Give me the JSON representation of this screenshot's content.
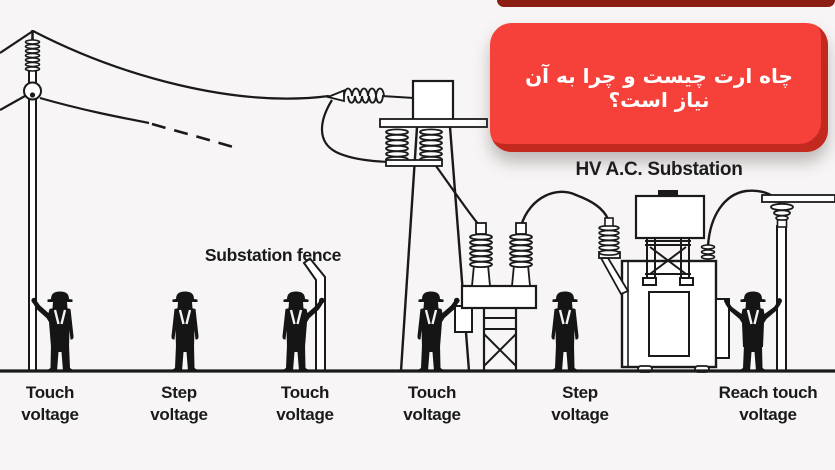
{
  "banner": {
    "text": "چاه ارت چیست و چرا به آن نیاز است؟",
    "bg_color": "#f6413a",
    "shadow_color": "#c22a20",
    "text_color": "#ffffff"
  },
  "labels": {
    "substation": "HV A.C. Substation",
    "fence": "Substation fence"
  },
  "ground_labels": [
    {
      "line1": "Touch",
      "line2": "voltage"
    },
    {
      "line1": "Step",
      "line2": "voltage"
    },
    {
      "line1": "Touch",
      "line2": "voltage"
    },
    {
      "line1": "Touch",
      "line2": "voltage"
    },
    {
      "line1": "Step",
      "line2": "voltage"
    },
    {
      "line1": "Reach touch",
      "line2": "voltage"
    }
  ],
  "colors": {
    "banner_red": "#f6413a",
    "banner_shadow_red": "#c22a20",
    "top_strip_dark_red": "#8c1d12",
    "ink": "#1a1a1a",
    "background": "#f7f5f5",
    "vest_strap": "#f4f2f2"
  }
}
